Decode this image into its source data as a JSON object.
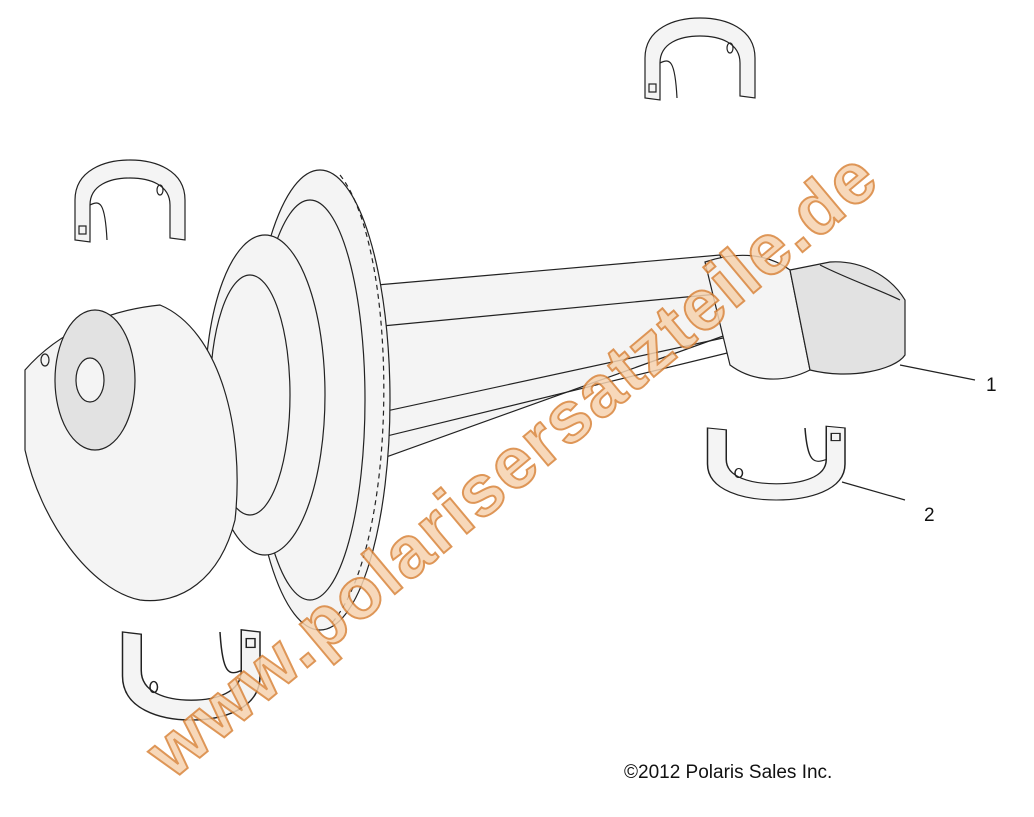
{
  "diagram": {
    "callouts": [
      {
        "label": "1"
      },
      {
        "label": "2"
      }
    ],
    "copyright": "©2012 Polaris Sales Inc.",
    "watermark": "www.polarisersatzteile.de",
    "watermark_color": "#e8a060",
    "line_color": "#222222"
  }
}
